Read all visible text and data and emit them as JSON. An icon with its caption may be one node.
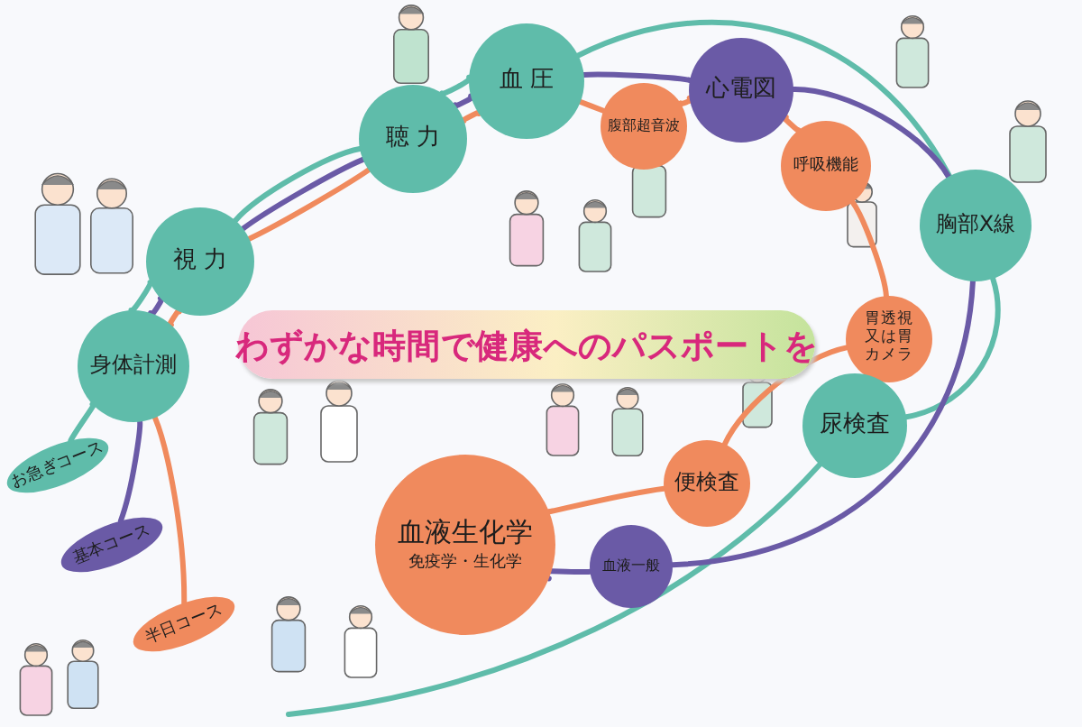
{
  "diagram": {
    "title": "わずかな時間で健康へのパスポートを",
    "nodes": [
      {
        "text": [
          "聴 力"
        ]
      },
      {
        "text": [
          "血 圧"
        ]
      },
      {
        "text": [
          "腹部超音波"
        ]
      },
      {
        "text": [
          "心電図"
        ]
      },
      {
        "text": [
          "呼吸機能"
        ]
      },
      {
        "text": [
          "胸部X線"
        ]
      },
      {
        "text": [
          "胃透視又は胃カメラ"
        ]
      },
      {
        "text": [
          "視 力"
        ]
      },
      {
        "text": [
          "身体計測"
        ]
      },
      {
        "text": [
          "お急ぎコース"
        ]
      },
      {
        "text": [
          "基本コース"
        ]
      },
      {
        "text": [
          "半日コース"
        ]
      },
      {
        "text": [
          "血液生化学",
          "免疫学・生化学"
        ]
      },
      {
        "text": [
          "血液一般"
        ]
      },
      {
        "text": [
          "便検査"
        ]
      },
      {
        "text": [
          "尿検査"
        ]
      }
    ],
    "edges": [
      {
        "from": 8,
        "to": 7,
        "arrow": "none",
        "color": "#5fbcaa"
      },
      {
        "from": 7,
        "to": 0,
        "arrow": "none",
        "color": "#5fbcaa"
      },
      {
        "from": 0,
        "to": 1,
        "arrow": "none",
        "color": "#5fbcaa"
      },
      {
        "from": 1,
        "to": 5,
        "arrow": "none",
        "color": "#5fbcaa"
      },
      {
        "from": 5,
        "to": 15,
        "arrow": "none",
        "color": "#5fbcaa"
      },
      {
        "from": 15,
        "to": null,
        "arrow": "none",
        "color": "#5fbcaa"
      },
      {
        "from": 8,
        "to": 7,
        "arrow": "none",
        "color": "#6a5aa6"
      },
      {
        "from": 7,
        "to": 0,
        "arrow": "none",
        "color": "#6a5aa6"
      },
      {
        "from": 0,
        "to": 1,
        "arrow": "none",
        "color": "#6a5aa6"
      },
      {
        "from": 1,
        "to": 3,
        "arrow": "none",
        "color": "#6a5aa6"
      },
      {
        "from": 3,
        "to": 5,
        "arrow": "none",
        "color": "#6a5aa6"
      },
      {
        "from": 5,
        "to": 13,
        "arrow": "none",
        "color": "#6a5aa6"
      },
      {
        "from": 13,
        "to": 12,
        "arrow": "none",
        "color": "#6a5aa6"
      },
      {
        "from": 8,
        "to": 7,
        "arrow": "none",
        "color": "#f08a5d"
      },
      {
        "from": 7,
        "to": 0,
        "arrow": "none",
        "color": "#f08a5d"
      },
      {
        "from": 0,
        "to": 1,
        "arrow": "none",
        "color": "#f08a5d"
      },
      {
        "from": 1,
        "to": 2,
        "arrow": "none",
        "color": "#f08a5d"
      },
      {
        "from": 2,
        "to": 3,
        "arrow": "none",
        "color": "#f08a5d"
      },
      {
        "from": 3,
        "to": 4,
        "arrow": "none",
        "color": "#f08a5d"
      },
      {
        "from": 4,
        "to": 6,
        "arrow": "none",
        "color": "#f08a5d"
      },
      {
        "from": 6,
        "to": 14,
        "arrow": "none",
        "color": "#f08a5d"
      },
      {
        "from": 14,
        "to": 12,
        "arrow": "none",
        "color": "#f08a5d"
      },
      {
        "from": 9,
        "to": 8,
        "arrow": "none",
        "color": "#5fbcaa"
      },
      {
        "from": 10,
        "to": 8,
        "arrow": "none",
        "color": "#6a5aa6"
      },
      {
        "from": 11,
        "to": 8,
        "arrow": "none",
        "color": "#f08a5d"
      }
    ]
  }
}
